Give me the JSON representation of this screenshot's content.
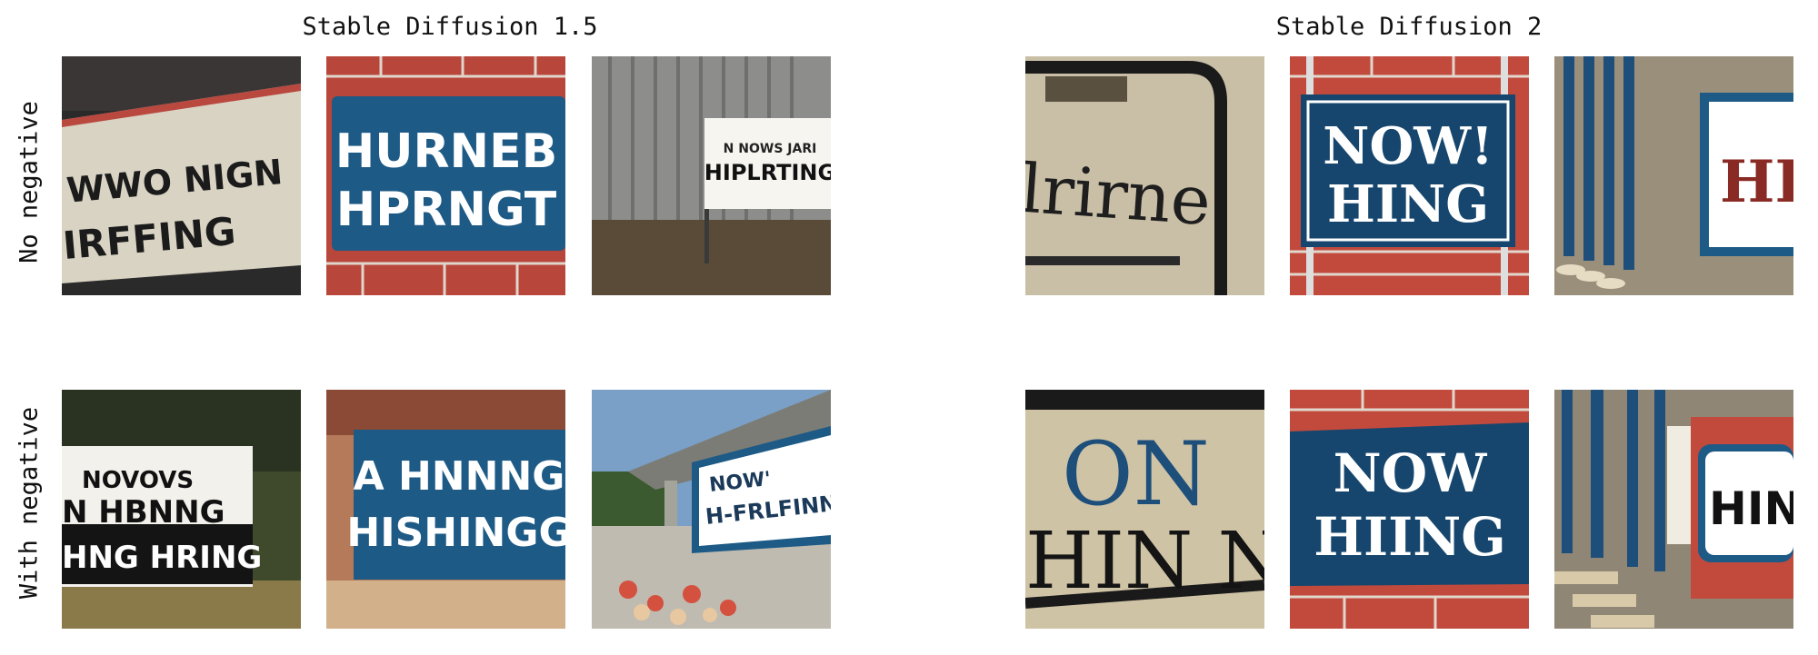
{
  "columns": [
    {
      "title": "Stable Diffusion 1.5"
    },
    {
      "title": "Stable Diffusion 2"
    }
  ],
  "rows": [
    {
      "label": "No negative"
    },
    {
      "label": "With negative"
    }
  ],
  "tiles": {
    "sd15_noneg": [
      {
        "lines": [
          "WWO NIGN",
          "IRFFING"
        ]
      },
      {
        "lines": [
          "HURNEB",
          "HPRNGT"
        ]
      },
      {
        "lines": [
          "N NOWS JARI",
          "HIPLRTING"
        ]
      }
    ],
    "sd2_noneg": [
      {
        "lines": [
          "lrirne"
        ]
      },
      {
        "lines": [
          "NOW!",
          "HING"
        ]
      },
      {
        "lines": [
          "HI"
        ]
      }
    ],
    "sd15_neg": [
      {
        "lines": [
          "NOVOVS",
          "N HBNNG",
          "HNG HRING"
        ]
      },
      {
        "lines": [
          "A HNNNG",
          "HISHINGG"
        ]
      },
      {
        "lines": [
          "NOW'",
          "H-FRLFINN"
        ]
      }
    ],
    "sd2_neg": [
      {
        "lines": [
          "ON",
          "HIN N"
        ]
      },
      {
        "lines": [
          "NOW",
          "HIING"
        ]
      },
      {
        "lines": [
          "HIN"
        ]
      }
    ]
  },
  "colors": {
    "sign_blue": "#1d5a86",
    "brick_red": "#c0453a",
    "cream": "#e8e2d2"
  }
}
